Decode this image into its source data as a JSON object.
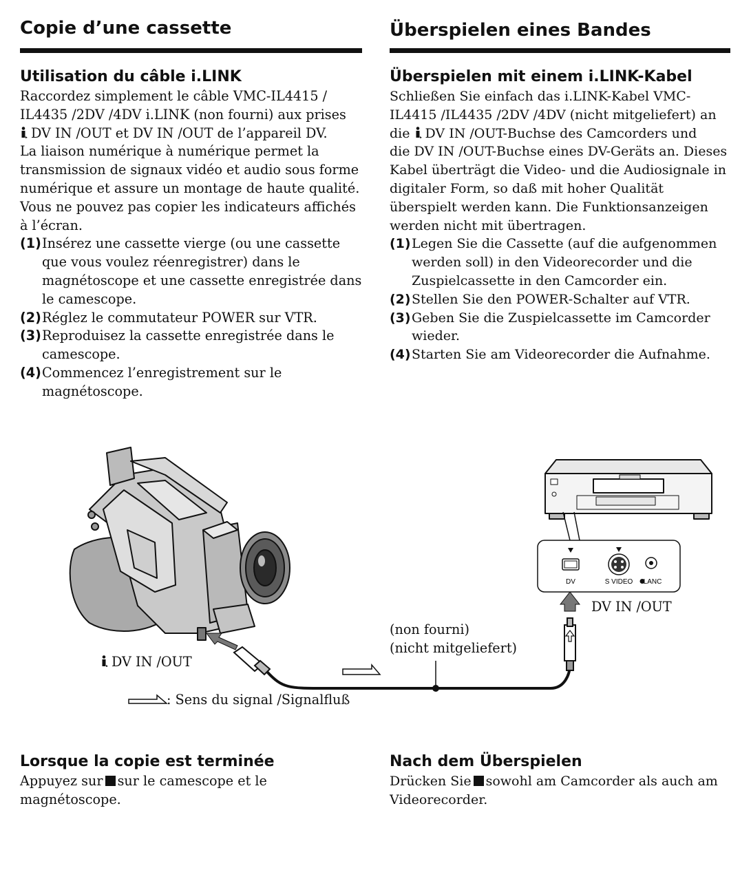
{
  "left": {
    "title": "Copie d’une cassette",
    "section_title": "Utilisation du câble i.LINK",
    "intro_line1": "Raccordez simplement le câble VMC-IL4415 /",
    "intro_line2": "IL4435 /2DV /4DV i.LINK (non fourni) aux prises",
    "intro_line3": "DV IN /OUT et DV IN /OUT de l’appareil DV.",
    "para2": "La liaison numérique à numérique permet la transmission de signaux vidéo et audio sous forme numérique et assure un montage de haute qualité.",
    "para3": "Vous ne pouvez pas copier les indicateurs affichés à l’écran.",
    "steps": [
      {
        "num": "(1)",
        "text": "Insérez une cassette vierge (ou une cassette que vous voulez réenregistrer) dans le magnétoscope et une cassette enregistrée dans le camescope."
      },
      {
        "num": "(2)",
        "text": "Réglez le commutateur POWER sur VTR."
      },
      {
        "num": "(3)",
        "text": "Reproduisez la cassette enregistrée dans le camescope."
      },
      {
        "num": "(4)",
        "text": "Commencez l’enregistrement sur le magnétoscope."
      }
    ],
    "end_title": "Lorsque la copie est terminée",
    "end_text_before": "Appuyez sur",
    "end_text_after": "sur le camescope et le magnétoscope."
  },
  "right": {
    "title": "Überspielen eines Bandes",
    "section_title": "Überspielen mit einem i.LINK-Kabel",
    "intro_line1": "Schließen Sie einfach das i.LINK-Kabel VMC-",
    "intro_line2": "IL4415 /IL4435 /2DV /4DV (nicht mitgeliefert) an",
    "intro_line3_before": "die",
    "intro_line3_after": "DV IN /OUT-Buchse des Camcorders und",
    "intro_rest": "die DV IN /OUT-Buchse eines DV-Geräts an. Dieses Kabel überträgt die Video- und die Audiosignale in digitaler Form, so daß mit hoher Qualität überspielt werden kann. Die Funktionsanzeigen werden nicht mit übertragen.",
    "steps": [
      {
        "num": "(1)",
        "text": "Legen Sie die Cassette (auf die aufgenommen werden soll) in den Videorecorder und die Zuspielcassette in den Camcorder ein."
      },
      {
        "num": "(2)",
        "text": "Stellen Sie den POWER-Schalter auf VTR."
      },
      {
        "num": "(3)",
        "text": "Geben Sie die Zuspielcassette im Camcorder wieder."
      },
      {
        "num": "(4)",
        "text": "Starten Sie am Videorecorder die Aufnahme."
      }
    ],
    "end_title": "Nach dem Überspielen",
    "end_text_before": "Drücken Sie",
    "end_text_after": "sowohl am Camcorder als auch am Videorecorder."
  },
  "diagram": {
    "camcorder_port_label": "DV IN /OUT",
    "vcr_port_label": "DV IN /OUT",
    "cable_note_fr": "(non fourni)",
    "cable_note_de": "(nicht mitgeliefert)",
    "signal_legend": ": Sens du signal /Signalfluß",
    "jack_dv": "DV",
    "jack_svideo": "S VIDEO",
    "jack_lanc": "LANC"
  }
}
